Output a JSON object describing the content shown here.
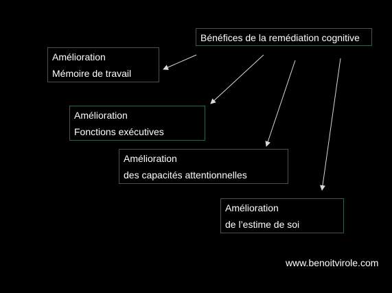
{
  "diagram": {
    "title": "Bénéfices de la remédiation cognitive",
    "boxes": [
      {
        "line1": "Amélioration",
        "line2": "Mémoire de travail"
      },
      {
        "line1": "Amélioration",
        "line2": "Fonctions exécutives"
      },
      {
        "line1": "Amélioration",
        "line2": "des capacités attentionnelles"
      },
      {
        "line1": "Amélioration",
        "line2": "de l’estime de soi"
      }
    ],
    "footer": "www.benoitvirole.com"
  },
  "colors": {
    "background": "#000000",
    "text": "#ffffff",
    "box_border": "#2f5f55",
    "arrow": "#d9d9d9"
  }
}
